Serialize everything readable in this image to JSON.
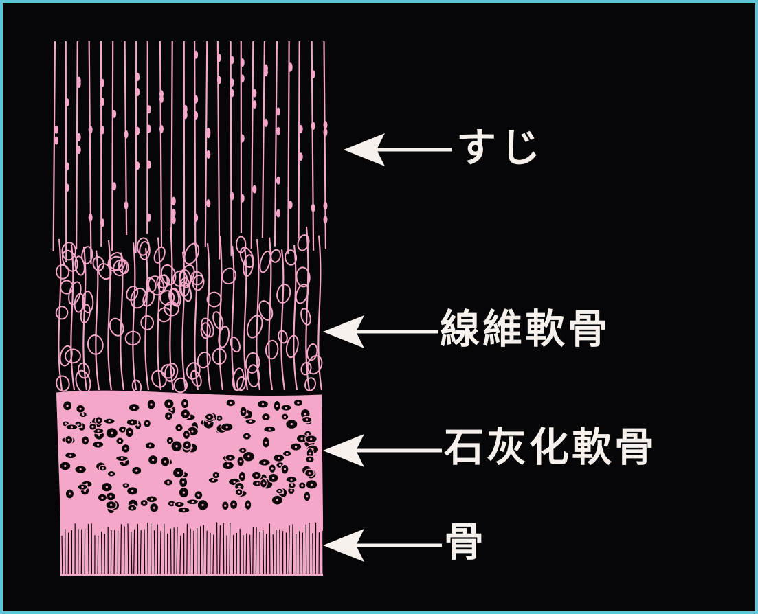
{
  "colors": {
    "background": "#060608",
    "border": "#5ec4d6",
    "tissue": "#f4a7c8",
    "text": "#f6f1ec"
  },
  "labels": {
    "tendon": "すじ",
    "fibrocartilage": "線維軟骨",
    "calcified_cartilage": "石灰化軟骨",
    "bone": "骨"
  },
  "icons": {
    "arrow": "left-arrow-icon"
  }
}
